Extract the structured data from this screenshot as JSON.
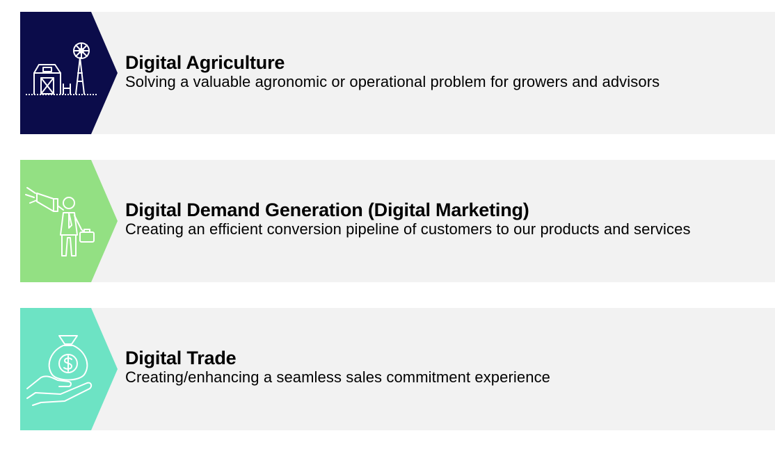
{
  "items": [
    {
      "title": "Digital Agriculture",
      "subtitle": "Solving a valuable agronomic or operational problem for growers and advisors",
      "icon": "farm-windmill-icon",
      "color": "#0b0c4a"
    },
    {
      "title": "Digital Demand Generation (Digital Marketing)",
      "subtitle": "Creating an efficient conversion pipeline of customers to our products and services",
      "icon": "megaphone-businessman-icon",
      "color": "#93e083"
    },
    {
      "title": "Digital Trade",
      "subtitle": "Creating/enhancing a seamless sales commitment experience",
      "icon": "money-bag-hand-icon",
      "color": "#6de3c4"
    }
  ],
  "colors": {
    "card_background": "#f2f2f2",
    "text": "#000000",
    "icon_stroke": "#ffffff"
  }
}
